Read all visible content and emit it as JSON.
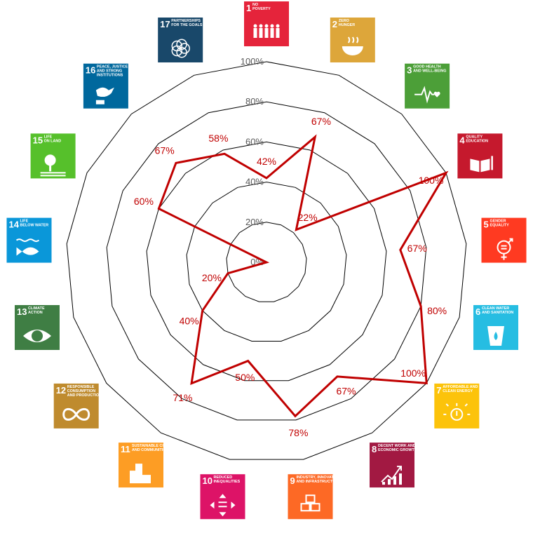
{
  "chart_data": {
    "type": "radar",
    "ylim": [
      0,
      100
    ],
    "tick_labels": [
      "0%",
      "20%",
      "40%",
      "60%",
      "80%",
      "100%"
    ],
    "grid": true,
    "line_color": "#c00000",
    "categories": [
      {
        "num": "1",
        "label": [
          "NO",
          "POVERTY"
        ],
        "color": "#e5243b",
        "icon": "family-icon"
      },
      {
        "num": "2",
        "label": [
          "ZERO",
          "HUNGER"
        ],
        "color": "#dda63a",
        "icon": "bowl-icon"
      },
      {
        "num": "3",
        "label": [
          "GOOD HEALTH",
          "AND WELL-BEING"
        ],
        "color": "#4c9f38",
        "icon": "heartbeat-icon"
      },
      {
        "num": "4",
        "label": [
          "QUALITY",
          "EDUCATION"
        ],
        "color": "#c5192d",
        "icon": "book-icon"
      },
      {
        "num": "5",
        "label": [
          "GENDER",
          "EQUALITY"
        ],
        "color": "#ff3a21",
        "icon": "gender-equality-icon"
      },
      {
        "num": "6",
        "label": [
          "CLEAN WATER",
          "AND SANITATION"
        ],
        "color": "#26bde2",
        "icon": "water-glass-icon"
      },
      {
        "num": "7",
        "label": [
          "AFFORDABLE AND",
          "CLEAN ENERGY"
        ],
        "color": "#fcc30b",
        "icon": "sun-power-icon"
      },
      {
        "num": "8",
        "label": [
          "DECENT WORK AND",
          "ECONOMIC GROWTH"
        ],
        "color": "#a21942",
        "icon": "growth-chart-icon"
      },
      {
        "num": "9",
        "label": [
          "INDUSTRY, INNOVATION",
          "AND INFRASTRUCTURE"
        ],
        "color": "#fd6925",
        "icon": "cubes-icon"
      },
      {
        "num": "10",
        "label": [
          "REDUCED",
          "INEQUALITIES"
        ],
        "color": "#dd1367",
        "icon": "equality-arrows-icon"
      },
      {
        "num": "11",
        "label": [
          "SUSTAINABLE CITIES",
          "AND COMMUNITIES"
        ],
        "color": "#fd9d24",
        "icon": "city-icon"
      },
      {
        "num": "12",
        "label": [
          "RESPONSIBLE",
          "CONSUMPTION",
          "AND PRODUCTION"
        ],
        "color": "#bf8b2e",
        "icon": "infinity-icon"
      },
      {
        "num": "13",
        "label": [
          "CLIMATE",
          "ACTION"
        ],
        "color": "#3f7e44",
        "icon": "earth-eye-icon"
      },
      {
        "num": "14",
        "label": [
          "LIFE",
          "BELOW WATER"
        ],
        "color": "#0a97d9",
        "icon": "fish-icon"
      },
      {
        "num": "15",
        "label": [
          "LIFE",
          "ON LAND"
        ],
        "color": "#56c02b",
        "icon": "tree-icon"
      },
      {
        "num": "16",
        "label": [
          "PEACE, JUSTICE",
          "AND STRONG",
          "INSTITUTIONS"
        ],
        "color": "#00689d",
        "icon": "dove-gavel-icon"
      },
      {
        "num": "17",
        "label": [
          "PARTNERSHIPS",
          "FOR THE GOALS"
        ],
        "color": "#19486a",
        "icon": "rings-icon"
      }
    ],
    "series": [
      {
        "values": [
          42,
          67,
          22,
          100,
          67,
          80,
          100,
          67,
          78,
          50,
          71,
          40,
          20,
          0,
          60,
          67,
          58
        ],
        "data_labels": [
          "42%",
          "67%",
          "22%",
          "100%",
          "67%",
          "80%",
          "100%",
          "67%",
          "78%",
          "50%",
          "71%",
          "40%",
          "20%",
          "",
          "60%",
          "67%",
          "58%"
        ]
      }
    ]
  }
}
